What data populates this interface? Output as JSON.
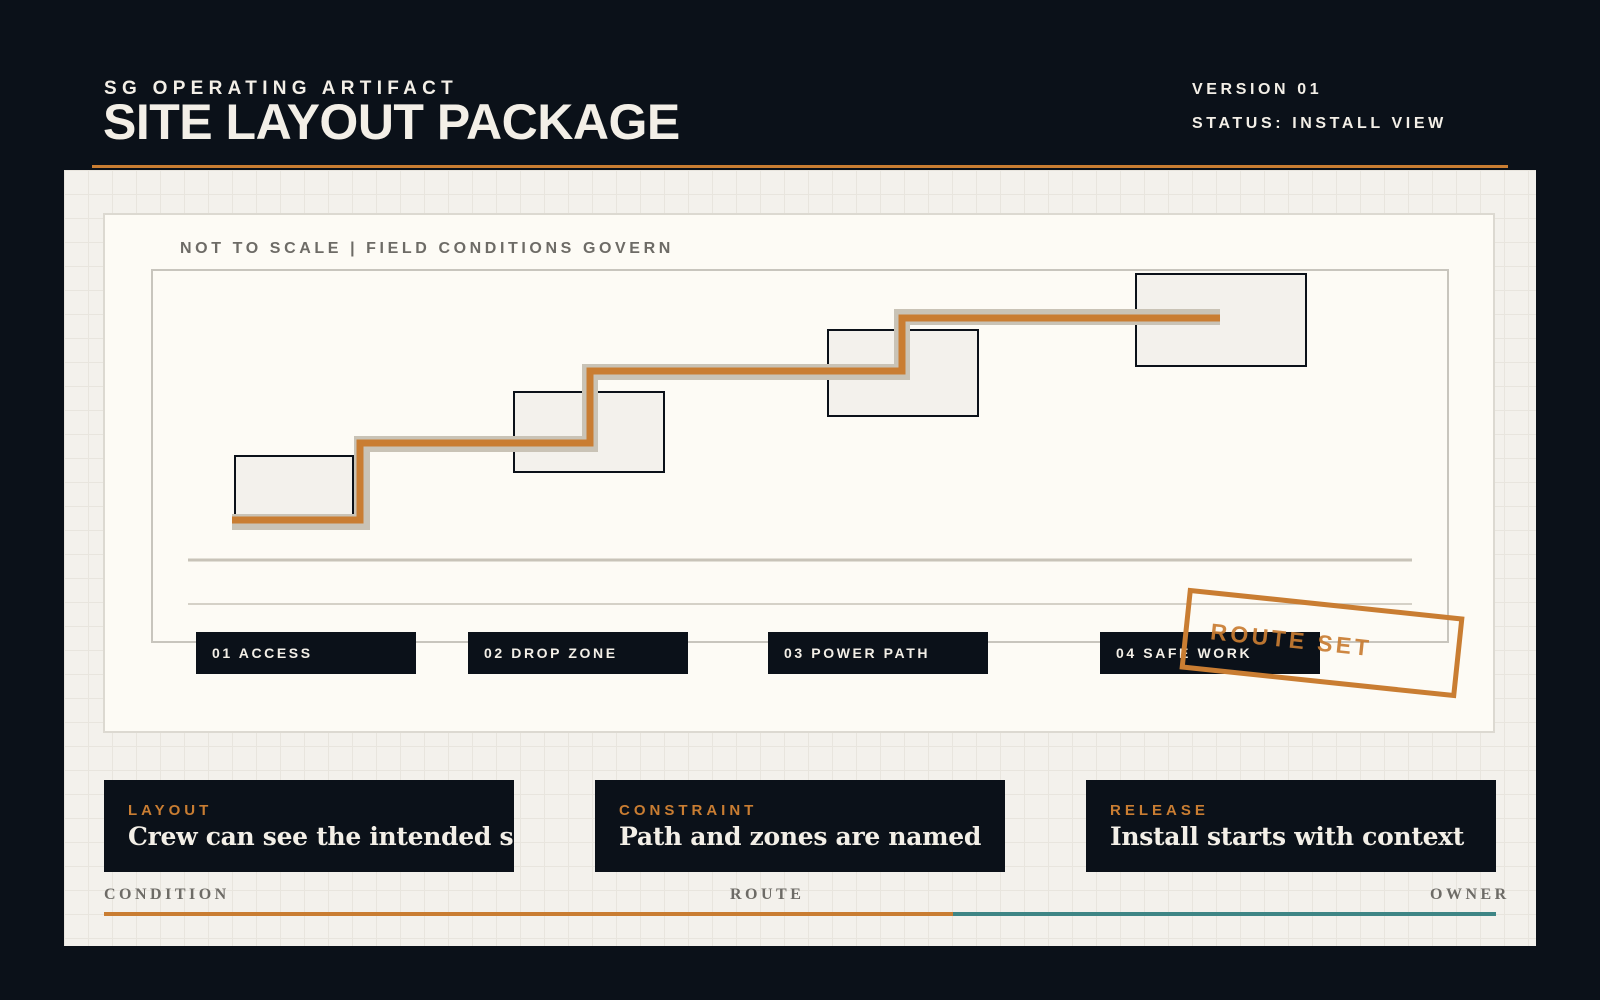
{
  "header": {
    "kicker": "SG OPERATING ARTIFACT",
    "title": "SITE LAYOUT PACKAGE",
    "version": "VERSION 01",
    "status": "STATUS: INSTALL VIEW"
  },
  "diagram": {
    "note": "NOT TO SCALE | FIELD CONDITIONS GOVERN",
    "zones": [
      {
        "label": "01 ACCESS"
      },
      {
        "label": "02 DROP ZONE"
      },
      {
        "label": "03 POWER PATH"
      },
      {
        "label": "04 SAFE WORK"
      }
    ],
    "stamp": "ROUTE SET",
    "colors": {
      "route": "#c97d32",
      "route_shadow": "#c9c3b6",
      "zone_fill": "#f3f1ec",
      "zone_stroke": "#0b1119"
    }
  },
  "cards": [
    {
      "kicker": "LAYOUT",
      "text": "Crew can see the intended setup"
    },
    {
      "kicker": "CONSTRAINT",
      "text": "Path and zones are named"
    },
    {
      "kicker": "RELEASE",
      "text": "Install starts with context"
    }
  ],
  "footer": {
    "left_label": "CONDITION",
    "center_label": "ROUTE",
    "right_label": "OWNER",
    "progress": 0.61,
    "colors": {
      "fill": "#c97d32",
      "rest": "#3e8585"
    }
  }
}
